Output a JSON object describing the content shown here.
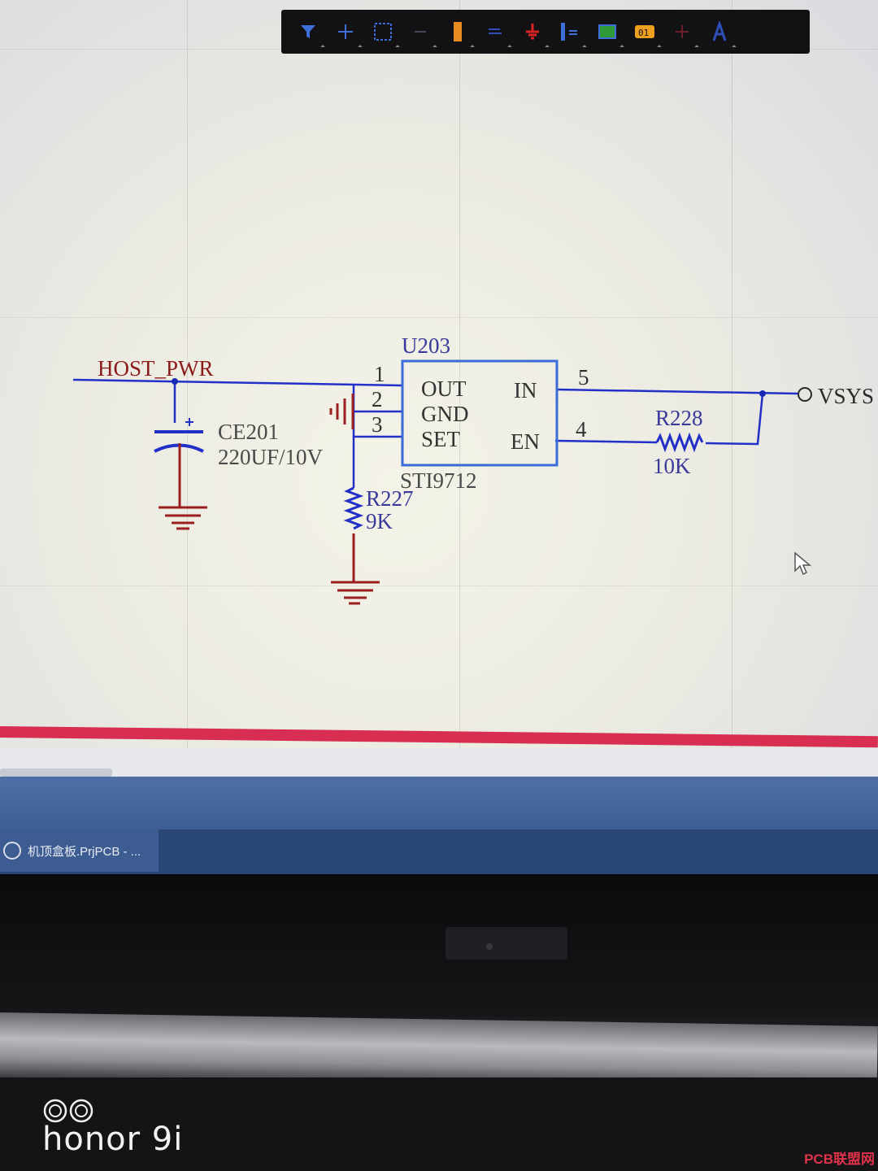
{
  "toolbar": {
    "icons": [
      "filter-icon",
      "crosshair-icon",
      "select-rect-icon",
      "line-icon",
      "bus-icon",
      "net-icon",
      "gnd-power-icon",
      "port-icon",
      "component-icon",
      "part-icon",
      "no-erc-icon",
      "text-icon"
    ]
  },
  "schematic": {
    "net_host": "HOST_PWR",
    "net_vsys": "VSYS",
    "ic": {
      "designator": "U203",
      "part": "STI9712",
      "pin_out": "OUT",
      "pin_gnd": "GND",
      "pin_set": "SET",
      "pin_in": "IN",
      "pin_en": "EN",
      "pin1": "1",
      "pin2": "2",
      "pin3": "3",
      "pin4": "4",
      "pin5": "5"
    },
    "cap": {
      "designator": "CE201",
      "value": "220UF/10V"
    },
    "r227": {
      "designator": "R227",
      "value": "9K"
    },
    "r228": {
      "designator": "R228",
      "value": "10K"
    },
    "colors": {
      "wire": "#2230c8",
      "component": "#9b1f1f",
      "ic_border": "#3a6bd6",
      "junction": "#1a2ab8"
    }
  },
  "taskbar": {
    "item_label": "机顶盒板.PrjPCB - ..."
  },
  "camera_brand": "honor 9i",
  "watermark": "PCB联盟网"
}
